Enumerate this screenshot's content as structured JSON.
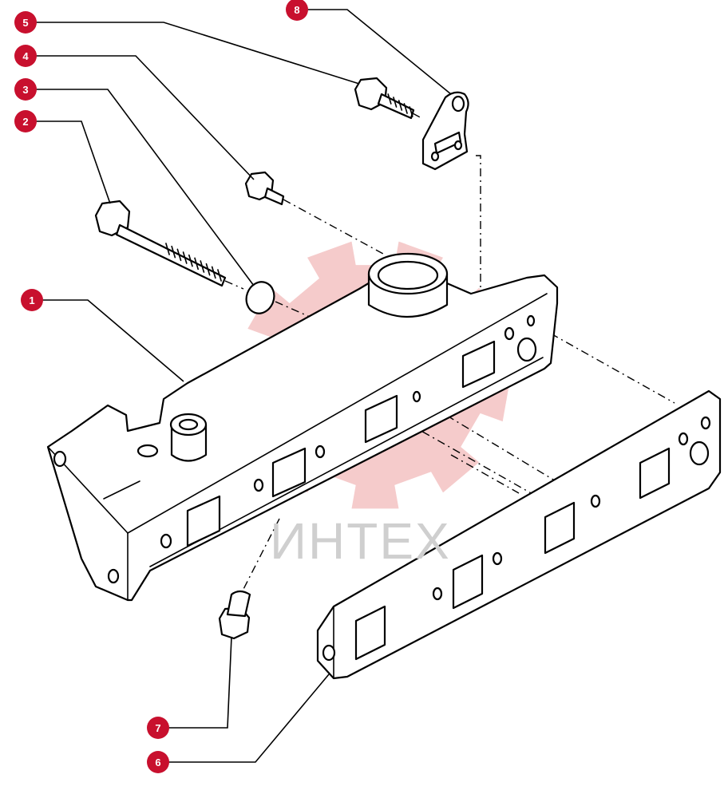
{
  "colors": {
    "callout": "#c8102e",
    "callout_text": "#ffffff",
    "line": "#000000",
    "watermark_logo": "#f4c6c6",
    "watermark_text": "#cfcfcf"
  },
  "watermark": {
    "text": "ИНТЕХ",
    "logo_icon": "gear-logo-icon"
  },
  "callouts": [
    "1",
    "2",
    "3",
    "4",
    "5",
    "6",
    "7",
    "8"
  ]
}
